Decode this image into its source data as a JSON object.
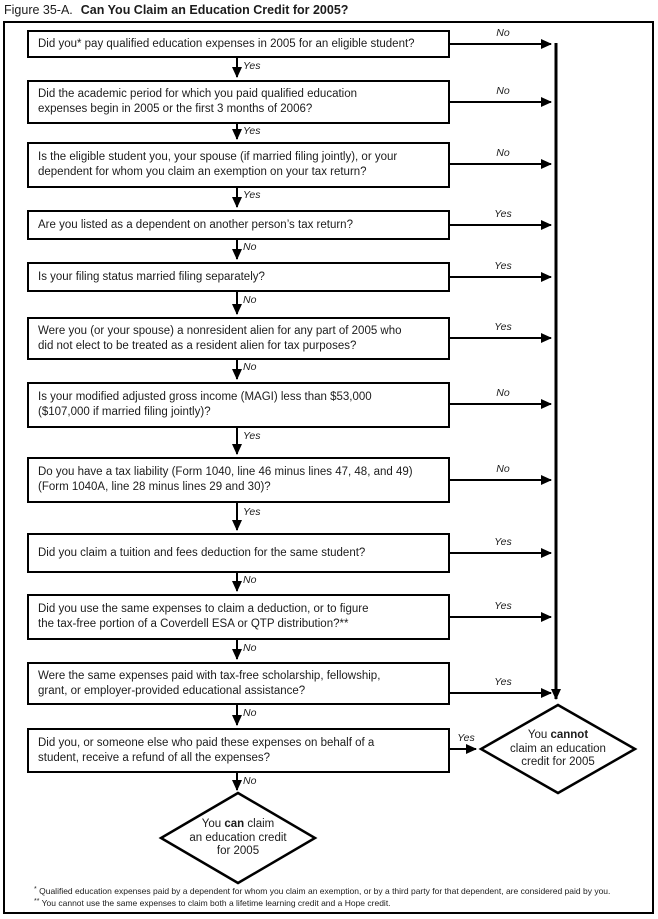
{
  "title": {
    "prefix": "Figure 35-A.",
    "main": "Can You Claim an Education Credit for 2005?"
  },
  "flow": {
    "boxes": [
      {
        "text": "Did you* pay qualified education expenses in 2005 for an eligible student?",
        "side_label": "No",
        "down_label": "Yes"
      },
      {
        "text": "Did the academic period for which you paid qualified education\nexpenses begin in 2005 or the first 3 months of 2006?",
        "side_label": "No",
        "down_label": "Yes"
      },
      {
        "text": "Is the eligible student you, your spouse (if married filing jointly), or your\ndependent for whom you claim an exemption on your tax return?",
        "side_label": "No",
        "down_label": "Yes"
      },
      {
        "text": "Are you listed as a dependent on another person’s tax return?",
        "side_label": "Yes",
        "down_label": "No"
      },
      {
        "text": "Is your filing status married filing separately?",
        "side_label": "Yes",
        "down_label": "No"
      },
      {
        "text": "Were you (or your spouse) a nonresident alien for any part of 2005 who\ndid not elect to be treated as a resident alien for tax purposes?",
        "side_label": "Yes",
        "down_label": "No"
      },
      {
        "text": "Is your modified adjusted gross income (MAGI) less than $53,000\n($107,000 if married filing jointly)?",
        "side_label": "No",
        "down_label": "Yes"
      },
      {
        "text": "Do you have a tax liability (Form 1040, line 46 minus lines 47, 48, and 49)\n(Form 1040A, line 28 minus lines 29 and 30)?",
        "side_label": "No",
        "down_label": "Yes"
      },
      {
        "text": "Did you claim a tuition and fees deduction for the same student?",
        "side_label": "Yes",
        "down_label": "No"
      },
      {
        "text": "Did you use the same expenses to claim a deduction, or to figure\nthe tax-free portion of a Coverdell ESA or QTP distribution?**",
        "side_label": "Yes",
        "down_label": "No"
      },
      {
        "text": "Were the same expenses paid with tax-free scholarship, fellowship,\ngrant, or employer-provided educational assistance?",
        "side_label": "Yes",
        "down_label": "No"
      },
      {
        "text": "Did you, or someone else who paid these expenses on behalf of a\nstudent, receive a refund of all the expenses?",
        "side_label": "Yes",
        "down_label": "No"
      }
    ],
    "outcome_cannot": {
      "line1_pre": "You ",
      "line1_bold": "cannot",
      "line1_post": "",
      "line2": "claim an education",
      "line3": "credit for 2005"
    },
    "outcome_can": {
      "line1_pre": "You ",
      "line1_bold": "can",
      "line1_post": " claim",
      "line2": "an education credit",
      "line3": "for 2005"
    }
  },
  "footnotes": [
    {
      "marker": "*",
      "text": "Qualified education expenses paid by a dependent for whom you claim an exemption, or by a third party for that dependent, are considered paid by you."
    },
    {
      "marker": "**",
      "text": "You cannot use the same expenses to claim both a lifetime learning credit and a Hope credit."
    }
  ]
}
